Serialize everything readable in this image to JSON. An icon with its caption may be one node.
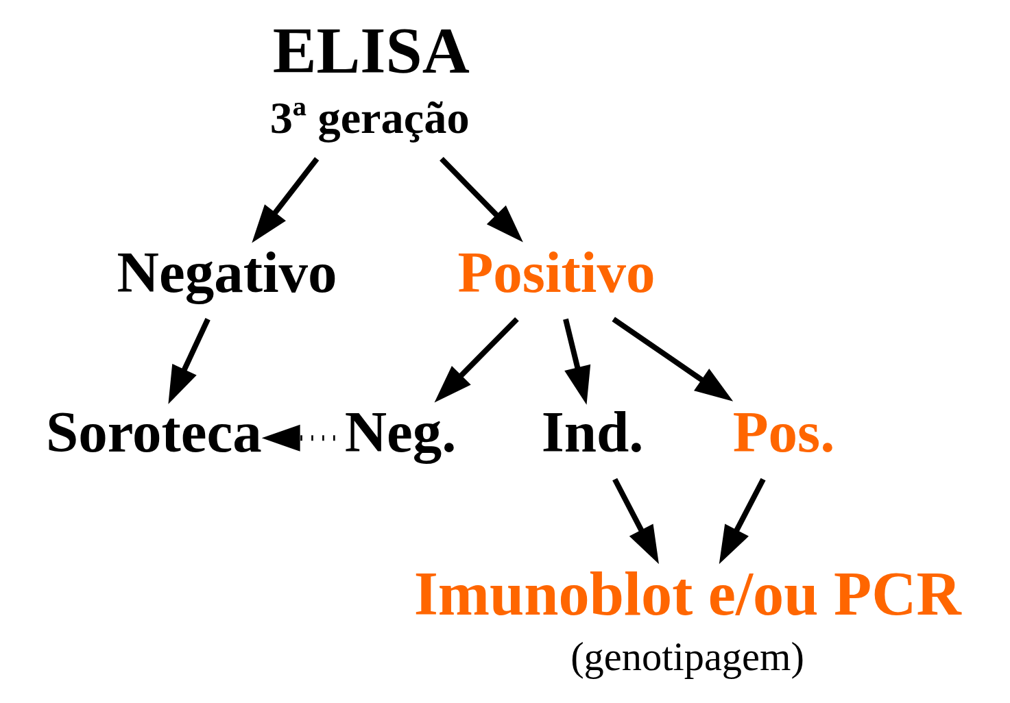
{
  "diagram": {
    "nodes": [
      {
        "text": [
          "ELISA",
          "3ª geração"
        ]
      },
      {
        "text": [
          "Negativo"
        ]
      },
      {
        "text": [
          "Positivo"
        ]
      },
      {
        "text": [
          "Soroteca"
        ]
      },
      {
        "text": [
          "Neg."
        ]
      },
      {
        "text": [
          "Ind."
        ]
      },
      {
        "text": [
          "Pos."
        ]
      },
      {
        "text": [
          "Imunoblot e/ou PCR"
        ],
        "beside": [
          "(genotipagem)"
        ]
      }
    ],
    "edges": [
      {
        "from": 0,
        "to": 1,
        "arrow": "to"
      },
      {
        "from": 0,
        "to": 2,
        "arrow": "to"
      },
      {
        "from": 1,
        "to": 3,
        "arrow": "to"
      },
      {
        "from": 2,
        "to": 4,
        "arrow": "to"
      },
      {
        "from": 2,
        "to": 5,
        "arrow": "to"
      },
      {
        "from": 2,
        "to": 6,
        "arrow": "to"
      },
      {
        "from": 4,
        "to": 3,
        "arrow": "to",
        "style": "dashed"
      },
      {
        "from": 5,
        "to": 7,
        "arrow": "to"
      },
      {
        "from": 6,
        "to": 7,
        "arrow": "to"
      }
    ]
  }
}
